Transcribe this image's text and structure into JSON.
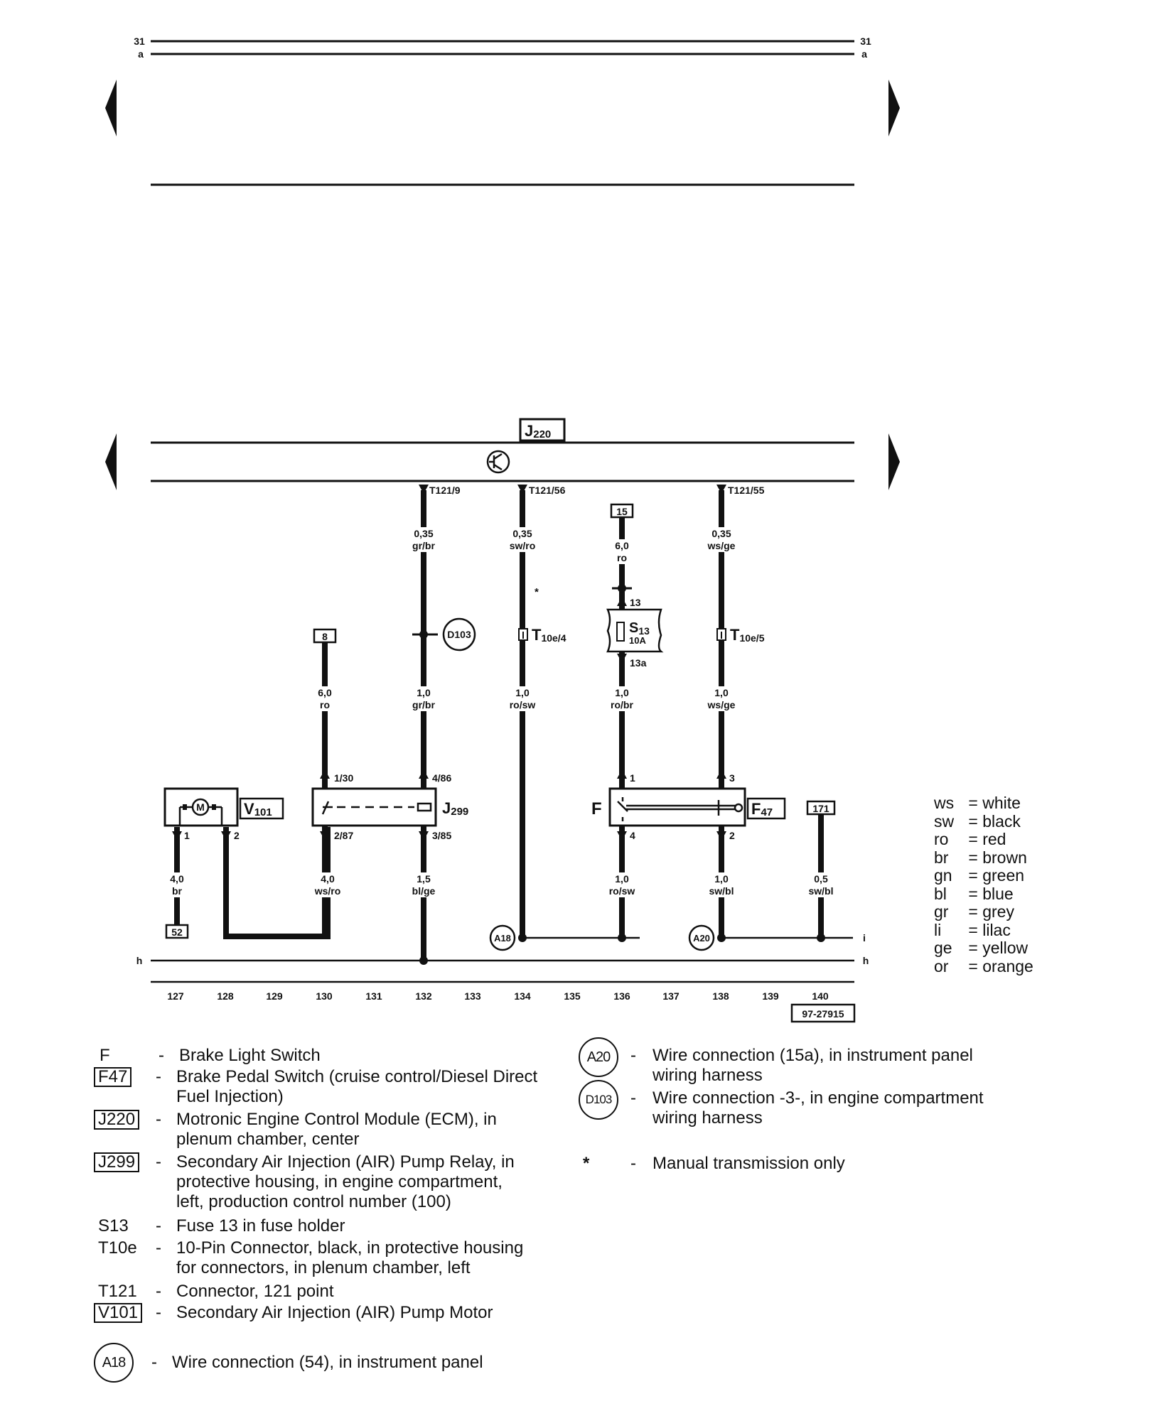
{
  "top_rail": {
    "number_left": "31",
    "number_right": "31",
    "letter_left": "a",
    "letter_right": "a"
  },
  "ecm_label": {
    "prefix": "J",
    "sub": "220"
  },
  "pins": {
    "t121_9": "T121/9",
    "t121_56": "T121/56",
    "t121_55": "T121/55"
  },
  "wires": {
    "w1": [
      "0,35",
      "gr/br"
    ],
    "w2": [
      "0,35",
      "sw/ro"
    ],
    "w3": [
      "6,0",
      "ro"
    ],
    "w4": [
      "0,35",
      "ws/ge"
    ],
    "w5": [
      "6,0",
      "ro"
    ],
    "w6": [
      "1,0",
      "gr/br"
    ],
    "w7": [
      "1,0",
      "ro/sw"
    ],
    "w8": [
      "1,0",
      "ro/br"
    ],
    "w9": [
      "1,0",
      "ws/ge"
    ],
    "w10": [
      "4,0",
      "br"
    ],
    "w11": [
      "4,0",
      "ws/ro"
    ],
    "w12": [
      "1,5",
      "bl/ge"
    ],
    "w13": [
      "1,0",
      "ro/sw"
    ],
    "w14": [
      "1,0",
      "sw/bl"
    ],
    "w15": [
      "0,5",
      "sw/bl"
    ]
  },
  "refs": {
    "r15": "15",
    "r8": "8",
    "r52": "52",
    "r171": "171"
  },
  "star": "*",
  "fuse": {
    "pin_in": "13",
    "pin_out": "13a",
    "name": "S",
    "sub": "13",
    "amps": "10A"
  },
  "connector": {
    "prefix": "T",
    "c1": "10e/4",
    "c2": "10e/5"
  },
  "conn_circles": {
    "d103": "D103",
    "a18": "A18",
    "a20": "A20"
  },
  "relay": {
    "pin1": "1/30",
    "pin2": "4/86",
    "pin3": "2/87",
    "pin4": "3/85",
    "name": "J",
    "sub": "299"
  },
  "motor": {
    "m": "M",
    "name": "V",
    "sub": "101",
    "pin1": "1",
    "pin2": "2"
  },
  "switch": {
    "letter": "F",
    "name": "F",
    "sub": "47",
    "pin1": "1",
    "pin3": "3",
    "pin4": "4",
    "pin2": "2"
  },
  "rails": {
    "h": "h",
    "i": "i"
  },
  "columns": [
    "127",
    "128",
    "129",
    "130",
    "131",
    "132",
    "133",
    "134",
    "135",
    "136",
    "137",
    "138",
    "139",
    "140"
  ],
  "drawing_id": "97-27915",
  "color_key": [
    {
      "code": "ws",
      "name": "white"
    },
    {
      "code": "sw",
      "name": "black"
    },
    {
      "code": "ro",
      "name": "red"
    },
    {
      "code": "br",
      "name": "brown"
    },
    {
      "code": "gn",
      "name": "green"
    },
    {
      "code": "bl",
      "name": "blue"
    },
    {
      "code": "gr",
      "name": "grey"
    },
    {
      "code": "li",
      "name": "lilac"
    },
    {
      "code": "ge",
      "name": "yellow"
    },
    {
      "code": "or",
      "name": "orange"
    }
  ],
  "legend": {
    "f": {
      "code": "F",
      "text": "Brake Light Switch"
    },
    "f47": {
      "code": "F47",
      "text": "Brake Pedal Switch (cruise control/Diesel Direct\nFuel Injection)"
    },
    "j220": {
      "code": "J220",
      "text": "Motronic Engine Control Module (ECM), in\nplenum chamber, center"
    },
    "j299": {
      "code": "J299",
      "text": "Secondary Air Injection (AIR) Pump Relay, in\nprotective housing, in engine compartment,\nleft, production control number (100)"
    },
    "s13": {
      "code": "S13",
      "text": "Fuse 13 in fuse holder"
    },
    "t10e": {
      "code": "T10e",
      "text": "10-Pin Connector, black, in protective housing\nfor connectors, in plenum chamber, left"
    },
    "t121": {
      "code": "T121",
      "text": "Connector, 121 point"
    },
    "v101": {
      "code": "V101",
      "text": "Secondary Air Injection (AIR) Pump Motor"
    },
    "a18": {
      "code": "A18",
      "text": "Wire connection (54), in instrument panel"
    },
    "a20": {
      "code": "A20",
      "text": "Wire connection (15a), in instrument panel\nwiring harness"
    },
    "d103": {
      "code": "D103",
      "text": "Wire connection -3-, in engine compartment\nwiring harness"
    },
    "star": {
      "code": "*",
      "text": "Manual transmission only"
    }
  }
}
